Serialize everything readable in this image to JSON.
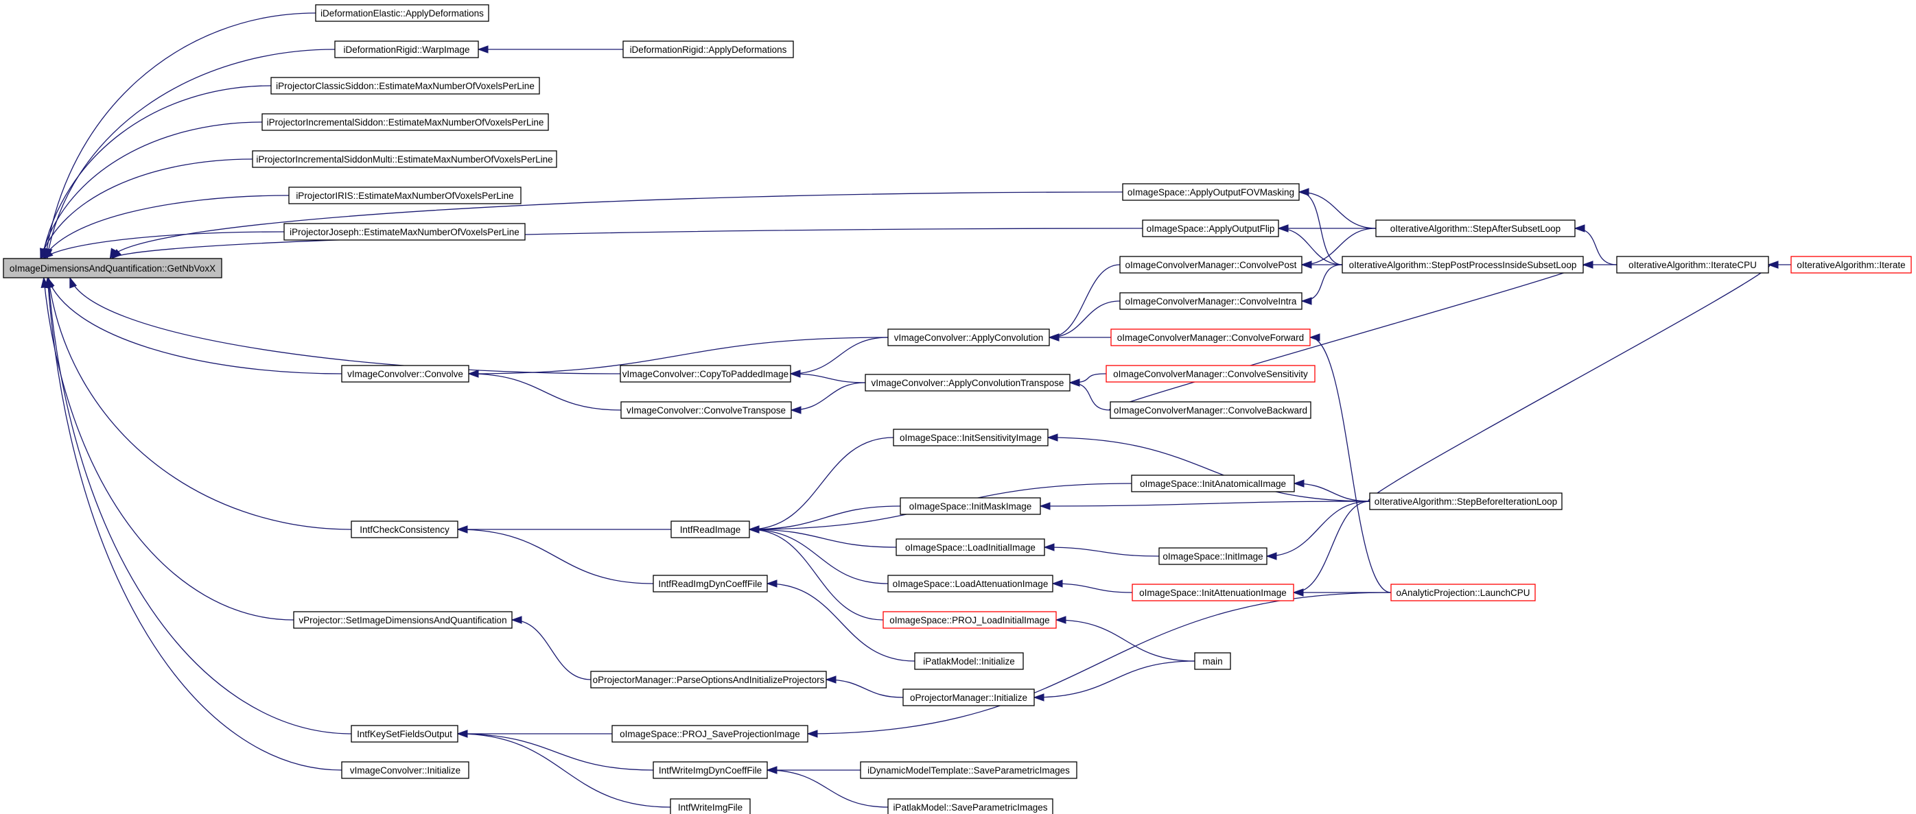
{
  "nodes": [
    {
      "id": "root",
      "label": "oImageDimensionsAndQuantification::GetNbVoxX",
      "root": true
    },
    {
      "id": "defElastic",
      "label": "iDeformationElastic::ApplyDeformations"
    },
    {
      "id": "defRigidWarp",
      "label": "iDeformationRigid::WarpImage"
    },
    {
      "id": "defRigidApply",
      "label": "iDeformationRigid::ApplyDeformations"
    },
    {
      "id": "projClassic",
      "label": "iProjectorClassicSiddon::EstimateMaxNumberOfVoxelsPerLine"
    },
    {
      "id": "projIncr",
      "label": "iProjectorIncrementalSiddon::EstimateMaxNumberOfVoxelsPerLine"
    },
    {
      "id": "projIncrMulti",
      "label": "iProjectorIncrementalSiddonMulti::EstimateMaxNumberOfVoxelsPerLine"
    },
    {
      "id": "projIRIS",
      "label": "iProjectorIRIS::EstimateMaxNumberOfVoxelsPerLine"
    },
    {
      "id": "projJoseph",
      "label": "iProjectorJoseph::EstimateMaxNumberOfVoxelsPerLine"
    },
    {
      "id": "fovMask",
      "label": "oImageSpace::ApplyOutputFOVMasking"
    },
    {
      "id": "outFlip",
      "label": "oImageSpace::ApplyOutputFlip"
    },
    {
      "id": "stepAfter",
      "label": "oIterativeAlgorithm::StepAfterSubsetLoop"
    },
    {
      "id": "convPost",
      "label": "oImageConvolverManager::ConvolvePost"
    },
    {
      "id": "stepPost",
      "label": "oIterativeAlgorithm::StepPostProcessInsideSubsetLoop"
    },
    {
      "id": "iterCPU",
      "label": "oIterativeAlgorithm::IterateCPU"
    },
    {
      "id": "iterate",
      "label": "oIterativeAlgorithm::Iterate",
      "red": true
    },
    {
      "id": "convIntra",
      "label": "oImageConvolverManager::ConvolveIntra"
    },
    {
      "id": "applyConv",
      "label": "vImageConvolver::ApplyConvolution"
    },
    {
      "id": "convFwd",
      "label": "oImageConvolverManager::ConvolveForward",
      "red": true
    },
    {
      "id": "convolve",
      "label": "vImageConvolver::Convolve"
    },
    {
      "id": "copyPadded",
      "label": "vImageConvolver::CopyToPaddedImage"
    },
    {
      "id": "applyConvT",
      "label": "vImageConvolver::ApplyConvolutionTranspose"
    },
    {
      "id": "convSens",
      "label": "oImageConvolverManager::ConvolveSensitivity",
      "red": true
    },
    {
      "id": "convT",
      "label": "vImageConvolver::ConvolveTranspose"
    },
    {
      "id": "convBwd",
      "label": "oImageConvolverManager::ConvolveBackward"
    },
    {
      "id": "initSens",
      "label": "oImageSpace::InitSensitivityImage"
    },
    {
      "id": "initAnat",
      "label": "oImageSpace::InitAnatomicalImage"
    },
    {
      "id": "stepBefore",
      "label": "oIterativeAlgorithm::StepBeforeIterationLoop"
    },
    {
      "id": "initMask",
      "label": "oImageSpace::InitMaskImage"
    },
    {
      "id": "checkCons",
      "label": "IntfCheckConsistency"
    },
    {
      "id": "readImage",
      "label": "IntfReadImage"
    },
    {
      "id": "loadInitial",
      "label": "oImageSpace::LoadInitialImage"
    },
    {
      "id": "initImage",
      "label": "oImageSpace::InitImage"
    },
    {
      "id": "loadAtten",
      "label": "oImageSpace::LoadAttenuationImage"
    },
    {
      "id": "initAtten",
      "label": "oImageSpace::InitAttenuationImage",
      "red": true
    },
    {
      "id": "launchCPU",
      "label": "oAnalyticProjection::LaunchCPU",
      "red": true
    },
    {
      "id": "readDyn",
      "label": "IntfReadImgDynCoeffFile"
    },
    {
      "id": "projLoad",
      "label": "oImageSpace::PROJ_LoadInitialImage",
      "red": true
    },
    {
      "id": "setDims",
      "label": "vProjector::SetImageDimensionsAndQuantification"
    },
    {
      "id": "patlakInit",
      "label": "iPatlakModel::Initialize"
    },
    {
      "id": "main",
      "label": "main"
    },
    {
      "id": "parseOpts",
      "label": "oProjectorManager::ParseOptionsAndInitializeProjectors"
    },
    {
      "id": "projMgrInit",
      "label": "oProjectorManager::Initialize"
    },
    {
      "id": "keySet",
      "label": "IntfKeySetFieldsOutput"
    },
    {
      "id": "projSave",
      "label": "oImageSpace::PROJ_SaveProjectionImage"
    },
    {
      "id": "writeDyn",
      "label": "IntfWriteImgDynCoeffFile"
    },
    {
      "id": "dynSave",
      "label": "iDynamicModelTemplate::SaveParametricImages"
    },
    {
      "id": "convInit",
      "label": "vImageConvolver::Initialize"
    },
    {
      "id": "writeImg",
      "label": "IntfWriteImgFile"
    },
    {
      "id": "patlakSave",
      "label": "iPatlakModel::SaveParametricImages"
    }
  ],
  "edges": [
    [
      "defElastic",
      "root"
    ],
    [
      "defRigidWarp",
      "root"
    ],
    [
      "projClassic",
      "root"
    ],
    [
      "projIncr",
      "root"
    ],
    [
      "projIncrMulti",
      "root"
    ],
    [
      "projIRIS",
      "root"
    ],
    [
      "projJoseph",
      "root"
    ],
    [
      "fovMask",
      "root"
    ],
    [
      "outFlip",
      "root"
    ],
    [
      "convolve",
      "root"
    ],
    [
      "copyPadded",
      "root"
    ],
    [
      "checkCons",
      "root"
    ],
    [
      "setDims",
      "root"
    ],
    [
      "keySet",
      "root"
    ],
    [
      "convInit",
      "root"
    ],
    [
      "defRigidApply",
      "defRigidWarp"
    ],
    [
      "stepAfter",
      "fovMask"
    ],
    [
      "stepPost",
      "fovMask"
    ],
    [
      "stepAfter",
      "outFlip"
    ],
    [
      "stepPost",
      "outFlip"
    ],
    [
      "iterCPU",
      "stepAfter"
    ],
    [
      "iterCPU",
      "stepPost"
    ],
    [
      "iterate",
      "iterCPU"
    ],
    [
      "stepBefore",
      "iterCPU"
    ],
    [
      "stepPost",
      "convPost"
    ],
    [
      "stepAfter",
      "convPost"
    ],
    [
      "stepPost",
      "convIntra"
    ],
    [
      "convPost",
      "applyConv"
    ],
    [
      "convIntra",
      "applyConv"
    ],
    [
      "convFwd",
      "applyConv"
    ],
    [
      "applyConv",
      "convolve"
    ],
    [
      "applyConv",
      "copyPadded"
    ],
    [
      "applyConvT",
      "copyPadded"
    ],
    [
      "convSens",
      "applyConvT"
    ],
    [
      "convBwd",
      "applyConvT"
    ],
    [
      "convT",
      "convolve"
    ],
    [
      "applyConvT",
      "convT"
    ],
    [
      "convBwd",
      "stepPost"
    ],
    [
      "launchCPU",
      "convFwd"
    ],
    [
      "initSens",
      "readImage"
    ],
    [
      "initAnat",
      "readImage"
    ],
    [
      "initMask",
      "readImage"
    ],
    [
      "loadInitial",
      "readImage"
    ],
    [
      "loadAtten",
      "readImage"
    ],
    [
      "projLoad",
      "readImage"
    ],
    [
      "readImage",
      "checkCons"
    ],
    [
      "readDyn",
      "checkCons"
    ],
    [
      "patlakInit",
      "readDyn"
    ],
    [
      "stepBefore",
      "initSens"
    ],
    [
      "stepBefore",
      "initAnat"
    ],
    [
      "stepBefore",
      "initMask"
    ],
    [
      "initImage",
      "loadInitial"
    ],
    [
      "stepBefore",
      "initImage"
    ],
    [
      "initAtten",
      "loadAtten"
    ],
    [
      "stepBefore",
      "initAtten"
    ],
    [
      "launchCPU",
      "initAtten"
    ],
    [
      "main",
      "projLoad"
    ],
    [
      "main",
      "projMgrInit"
    ],
    [
      "parseOpts",
      "setDims"
    ],
    [
      "projMgrInit",
      "parseOpts"
    ],
    [
      "projSave",
      "keySet"
    ],
    [
      "writeDyn",
      "keySet"
    ],
    [
      "writeImg",
      "keySet"
    ],
    [
      "launchCPU",
      "projSave"
    ],
    [
      "dynSave",
      "writeDyn"
    ],
    [
      "patlakSave",
      "writeDyn"
    ]
  ],
  "colors": {
    "edge": "#191970",
    "node_border": "#000000",
    "node_warn_border": "#ff0000",
    "root_fill": "#bfbfbf"
  }
}
